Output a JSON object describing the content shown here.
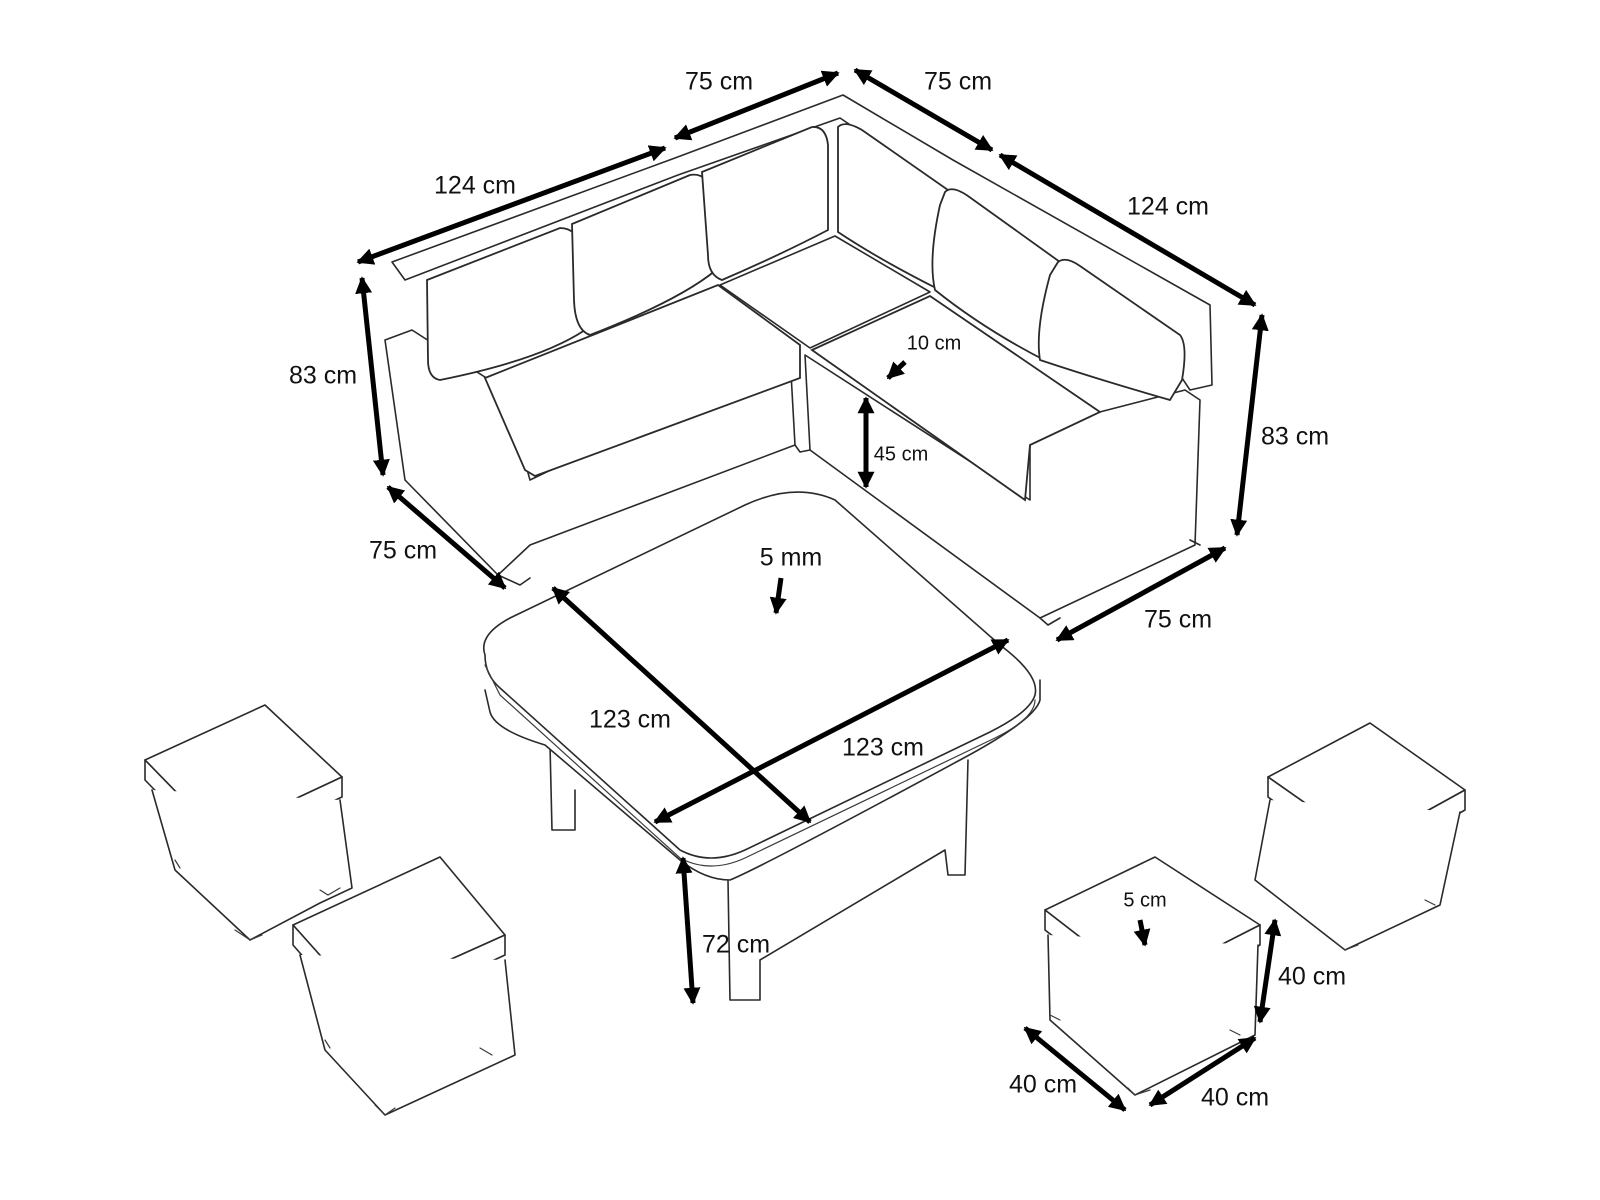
{
  "dimensions": {
    "sofa_top_left_depth": "75 cm",
    "sofa_top_right_depth": "75 cm",
    "sofa_left_length": "124 cm",
    "sofa_right_length": "124 cm",
    "sofa_left_height": "83 cm",
    "sofa_right_height": "83 cm",
    "sofa_bottom_left_depth": "75 cm",
    "sofa_bottom_right_depth": "75 cm",
    "cushion_thickness": "10 cm",
    "seat_height": "45 cm",
    "table_glass": "5 mm",
    "table_width": "123 cm",
    "table_depth": "123 cm",
    "table_height": "72 cm",
    "stool_cushion": "5 cm",
    "stool_height": "40 cm",
    "stool_width": "40 cm",
    "stool_depth": "40 cm"
  }
}
